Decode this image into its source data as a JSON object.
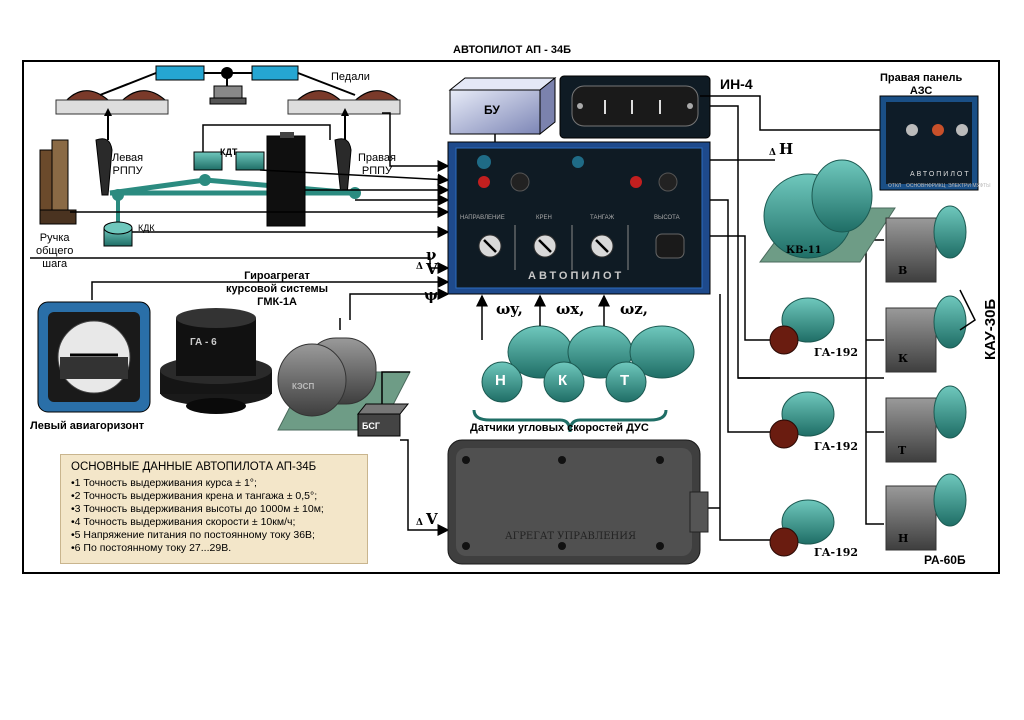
{
  "title": "АВТОПИЛОТ  АП - 34Б",
  "labels": {
    "pedals": "Педали",
    "left_rppu": "Левая\nРППУ",
    "right_rppu": "Правая\nРППУ",
    "kdt": "КДТ",
    "kdk": "КДК",
    "collective": "Ручка\nобщего\nшага",
    "bu": "БУ",
    "in4": "ИН-4",
    "right_panel": "Правая панель\nАЗС",
    "gyro": "Гироагрегат\nкурсовой системы\nГМК-1А",
    "ga6": "ГА - 6",
    "kesp": "КЭСП",
    "bsg": "БСГ",
    "left_horizon": "Левый авиагоризонт",
    "sensors": "Датчики угловых скоростей  ДУС",
    "kv11": "КВ-11",
    "ga192_1": "ГА-192",
    "ga192_2": "ГА-192",
    "ga192_3": "ГА-192",
    "kau": "КАУ-30Б",
    "ra": "РА-60Б",
    "agg": "АГРЕГАТ УПРАВЛЕНИЯ",
    "panel_name": "АВТОПИЛОТ",
    "panel_channels": [
      "НАПРАВЛЕНИЕ",
      "КРЕН",
      "ТАНГАЖ",
      "ВЫСОТА"
    ],
    "azs_name": "АВТОПИЛОТ",
    "azs_labels": [
      "ОТКЛ",
      "ОСНОВН",
      "ФРИКЦ",
      "ЭЛЕКТРИ МУФТЫ"
    ],
    "kau_units": [
      "В",
      "К",
      "Т",
      "Н"
    ],
    "dus_letters": [
      "Н",
      "К",
      "Т"
    ]
  },
  "symbols": {
    "nu": "ν",
    "dv_top": "V",
    "psi": "ψ",
    "dh": "H",
    "dv_bottom": "V",
    "delta": "Δ",
    "omega_y": "ωy,",
    "omega_x": "ωx,",
    "omega_z": "ωz,"
  },
  "info": {
    "header": "ОСНОВНЫЕ  ДАННЫЕ  АВТОПИЛОТА  АП-34Б",
    "items": [
      "•1 Точность выдерживания курса ± 1°;",
      "•2 Точность выдерживания крена и тангажа ± 0,5°;",
      "•3 Точность выдерживания высоты до 1000м ± 10м;",
      "•4 Точность выдерживания скорости ± 10км/ч;",
      "•5 Напряжение питания по постоянному току 36В;",
      "•6 По постоянному току 27...29В."
    ]
  },
  "colors": {
    "teal": "#2b8b80",
    "panel_dark": "#0f1b24",
    "panel_blue": "#1e4a8c",
    "box_cream": "#f3e6c9"
  }
}
